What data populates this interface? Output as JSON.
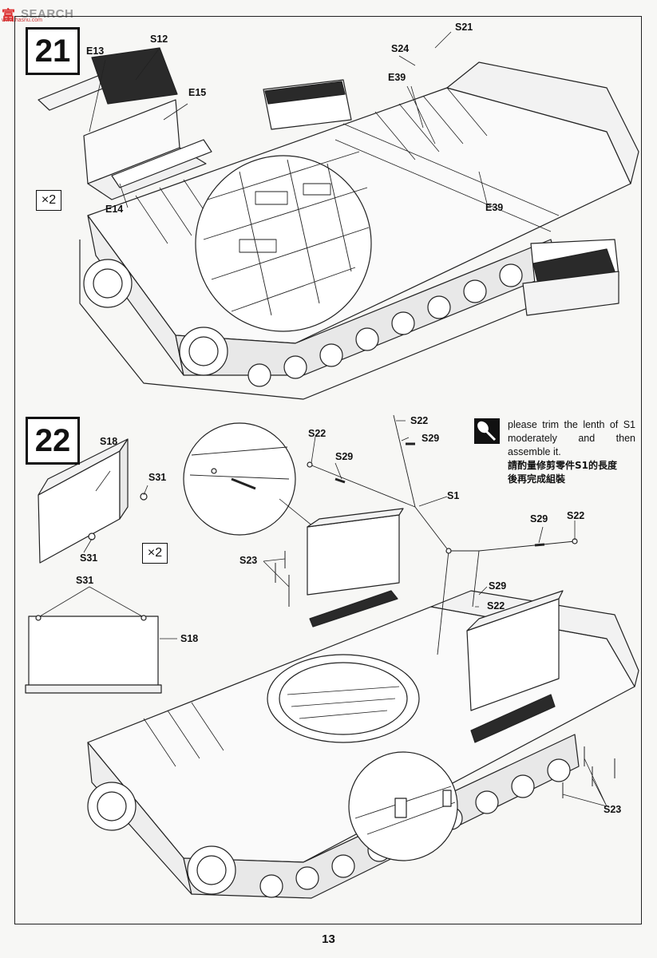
{
  "watermark": {
    "logo": "富",
    "logo_url": "www.hasnu.com",
    "site": "SEARCH"
  },
  "steps": [
    {
      "number": "21",
      "multiplier": "×2",
      "parts": [
        "S21",
        "S24",
        "E39",
        "E39",
        "E13",
        "S12",
        "E15",
        "E14"
      ]
    },
    {
      "number": "22",
      "multiplier": "×2",
      "parts": [
        "S18",
        "S31",
        "S31",
        "S31",
        "S18",
        "S22",
        "S29",
        "S22",
        "S29",
        "S1",
        "S23",
        "S29",
        "S22",
        "S29",
        "S22",
        "S23"
      ]
    }
  ],
  "note": {
    "english": "please trim the lenth of S1 moderately and then assemble it.",
    "chinese_line1": "請酌量修剪零件S1的長度",
    "chinese_line2": "後再完成組裝"
  },
  "page_number": "13"
}
